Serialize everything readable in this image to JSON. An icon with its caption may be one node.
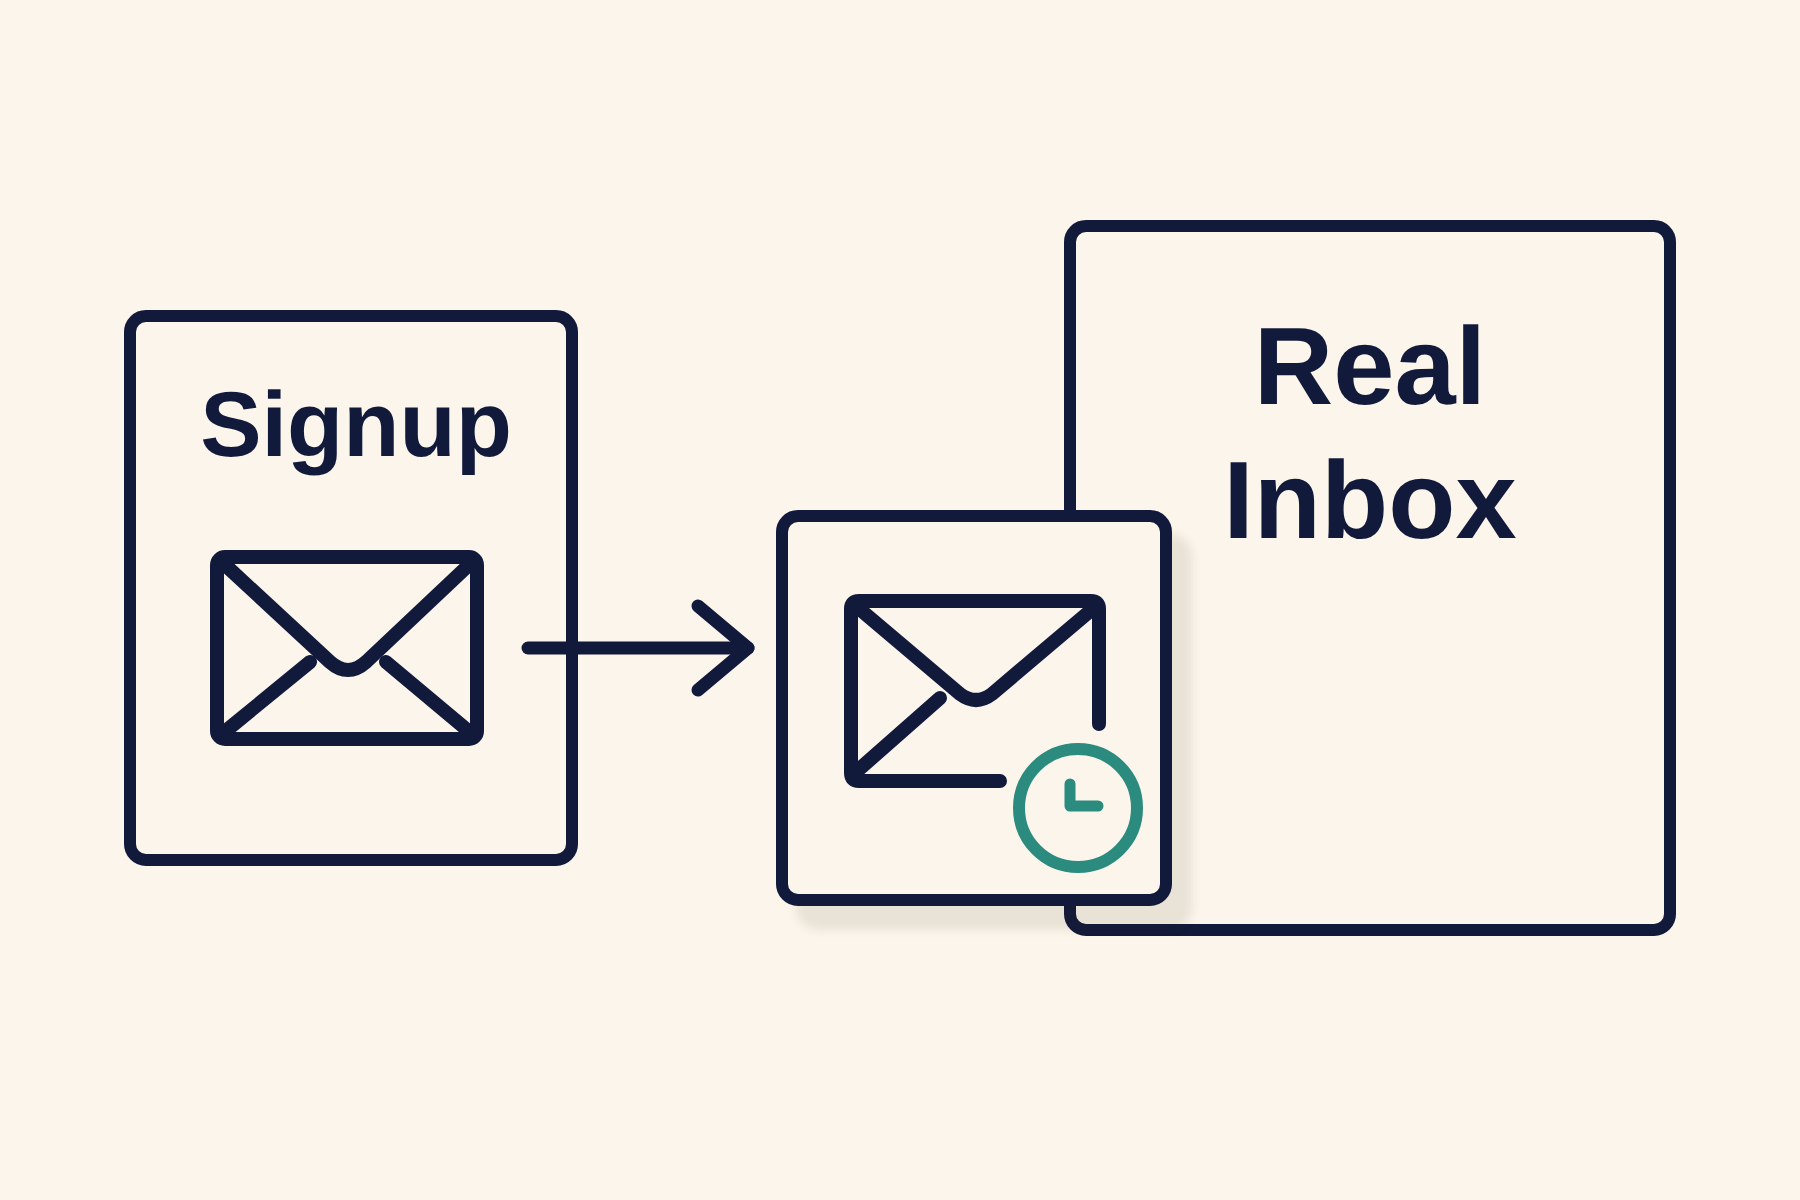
{
  "diagram": {
    "nodes": [
      {
        "text": [
          "Signup"
        ]
      },
      {
        "text": [],
        "shape": "picture",
        "in": 0
      },
      {
        "text": [],
        "shape": "box"
      },
      {
        "text": [
          "Real Inbox"
        ]
      }
    ],
    "edges": [
      {
        "from": 1,
        "to": 2,
        "arrow": "to"
      }
    ]
  }
}
